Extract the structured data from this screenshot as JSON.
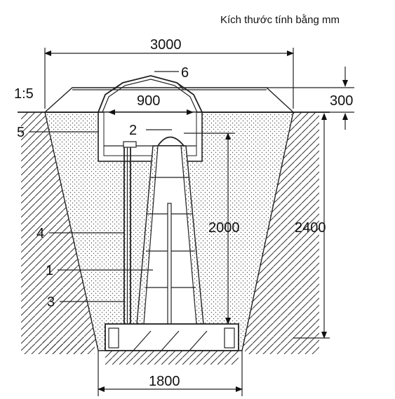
{
  "note": "Kích thước tính bằng mm",
  "dimensions": {
    "top_width": "3000",
    "inner_width": "900",
    "slope": "1:5",
    "cover_height": "300",
    "inner_height": "2000",
    "total_height": "2400",
    "bottom_width": "1800"
  },
  "callouts": {
    "c1": "1",
    "c2": "2",
    "c3": "3",
    "c4": "4",
    "c5": "5",
    "c6": "6"
  }
}
